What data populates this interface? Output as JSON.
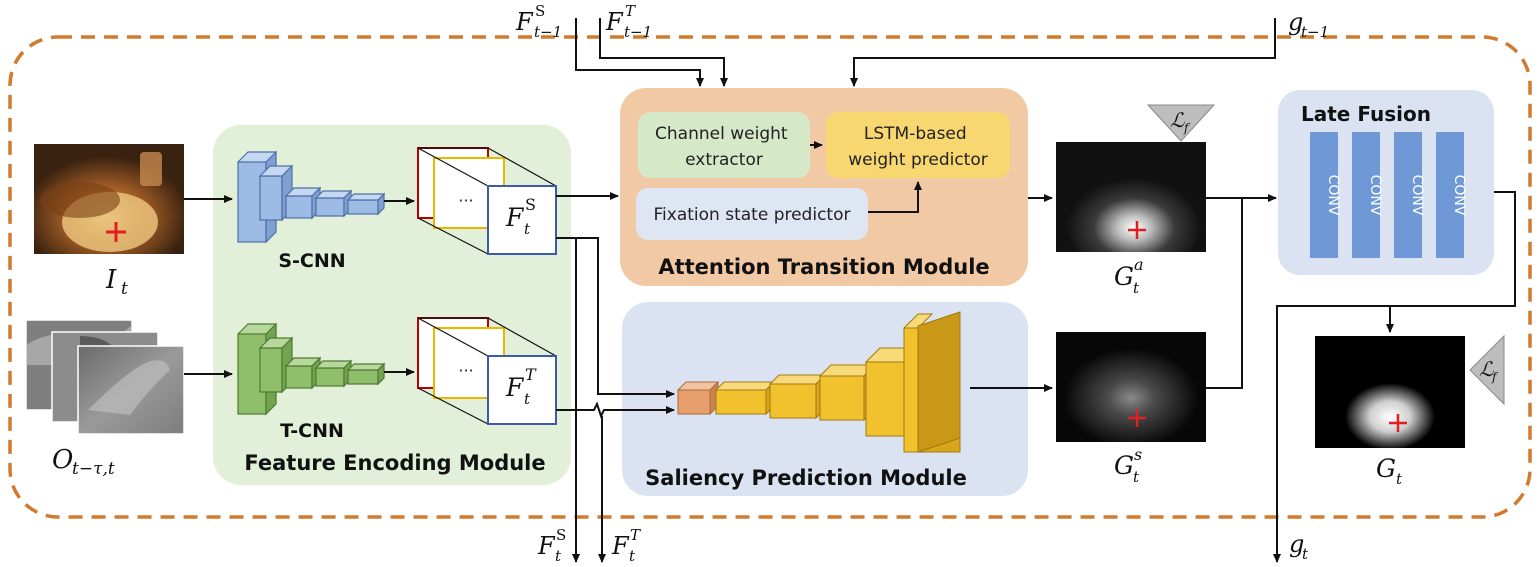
{
  "modules": {
    "feature_encoding": "Feature Encoding Module",
    "attention_transition": "Attention Transition Module",
    "saliency_prediction": "Saliency Prediction Module",
    "late_fusion": "Late Fusion"
  },
  "networks": {
    "s_cnn": "S-CNN",
    "t_cnn": "T-CNN"
  },
  "attention_boxes": {
    "channel_weight": [
      "Channel weight",
      "extractor"
    ],
    "lstm": [
      "LSTM-based",
      "weight predictor"
    ],
    "fixation": "Fixation state predictor"
  },
  "conv_label": "CONV",
  "ellipsis": "···",
  "math": {
    "F": "F",
    "G": "G",
    "g": "g",
    "I": "I",
    "O": "O",
    "sup_S": "S",
    "sup_T": "T",
    "sup_a": "a",
    "sup_s": "s",
    "sub_t": "t",
    "sub_tm1": "t−1",
    "sub_O": "t−τ,t",
    "loss": "ℒ",
    "loss_sub": "f"
  },
  "colors": {
    "dashed_border": "#d27a2e",
    "feature_bg": "#e2efd9",
    "attention_bg": "#f2c9a5",
    "saliency_bg": "#dbe3f3",
    "fusion_bg": "#dbe3f3",
    "channel_box": "#d5e8c8",
    "lstm_box": "#f8d770",
    "fixation_box": "#dfe6f3",
    "s_cnn": "#9dbbe4",
    "t_cnn": "#8fbf6a",
    "saliency_yellow": "#f2c12e",
    "saliency_orange": "#e7a06b",
    "conv_blue": "#6e98d6",
    "fixation_cross": "#e02020"
  }
}
